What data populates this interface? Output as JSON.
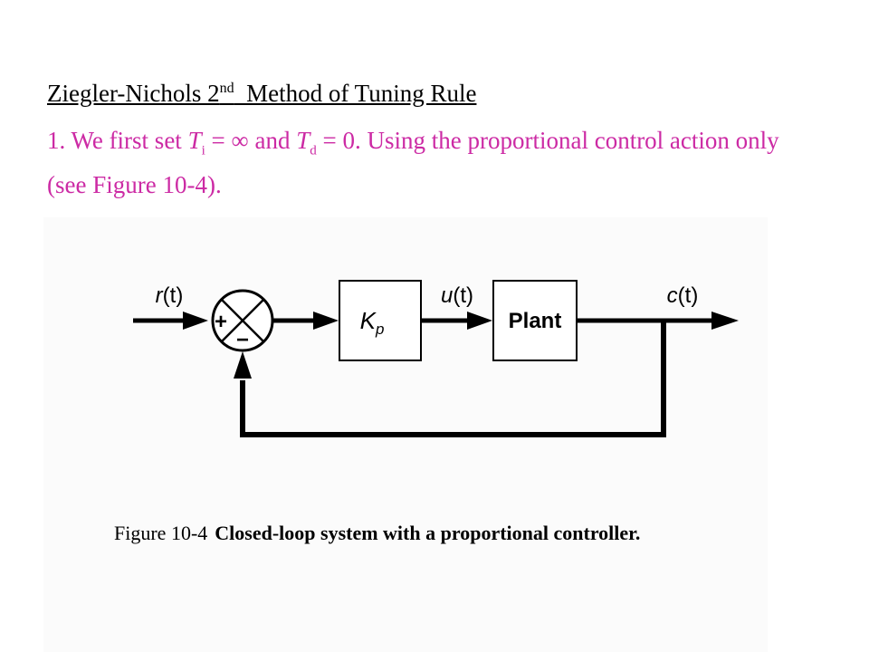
{
  "heading": {
    "title_part1": "Ziegler-Nichols 2",
    "title_sup": "nd",
    "title_part2": "  Method of Tuning Rule"
  },
  "step": {
    "t1": "1. We first set ",
    "Ti_var": "T",
    "Ti_sub": "i",
    "t2": " = ∞ and ",
    "Td_var": "T",
    "Td_sub": "d",
    "t3": " = 0. Using the proportional control action only (see Figure 10-4)."
  },
  "diagram": {
    "input_label_var": "r",
    "input_label_arg": "(t)",
    "sum_plus": "+",
    "sum_minus": "−",
    "controller_var": "K",
    "controller_sub": "p",
    "control_signal_var": "u",
    "control_signal_arg": "(t)",
    "plant_label": "Plant",
    "output_label_var": "c",
    "output_label_arg": "(t)"
  },
  "caption": {
    "figure_number": "Figure 10-4",
    "text": "Closed-loop system with a proportional controller."
  },
  "colors": {
    "heading": "#000000",
    "step_text": "#cc2aa4",
    "diagram_stroke": "#000000"
  }
}
